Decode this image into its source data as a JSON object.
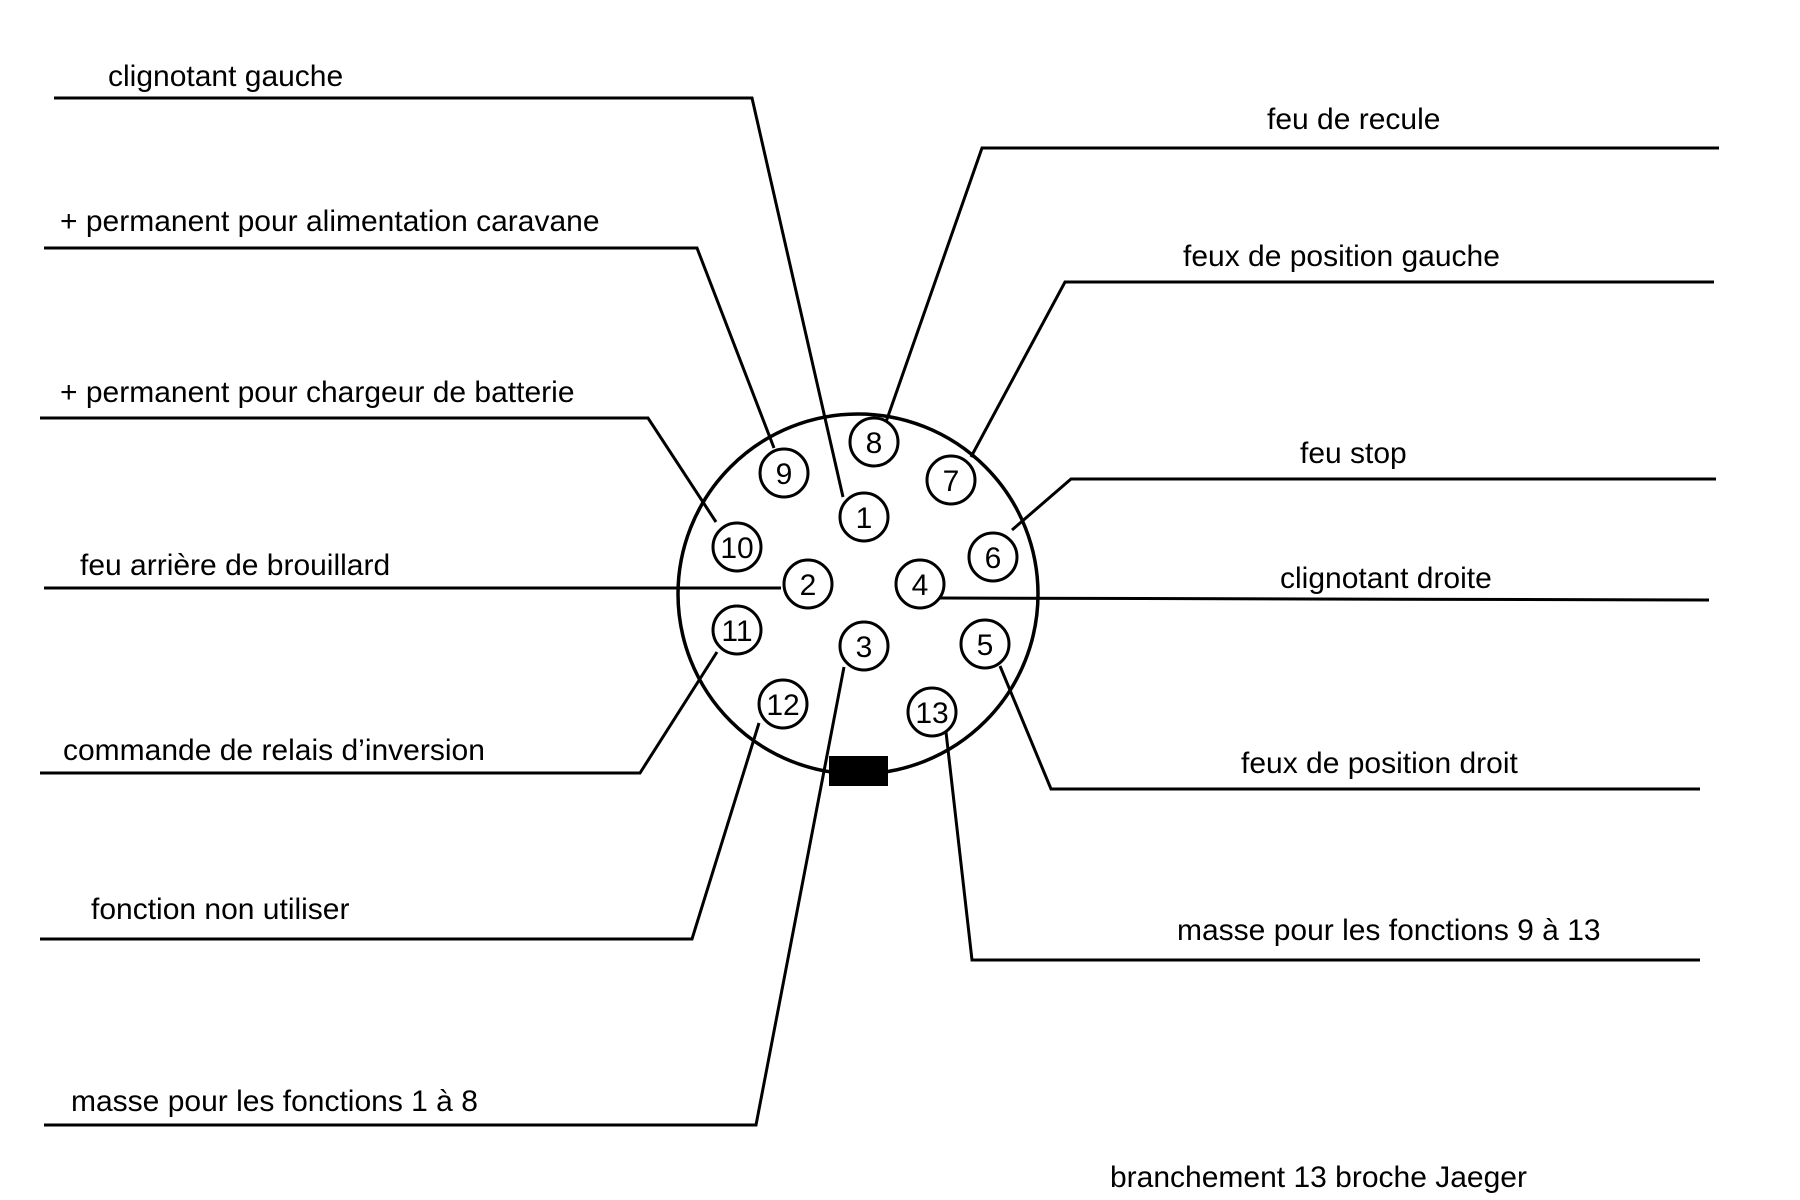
{
  "diagram": {
    "caption": "branchement 13 broche Jaeger",
    "key_color": "#000000",
    "pins": [
      {
        "number": "1",
        "label": "clignotant gauche"
      },
      {
        "number": "2",
        "label": "feu arrière de brouillard"
      },
      {
        "number": "3",
        "label": "masse pour les fonctions 1 à 8"
      },
      {
        "number": "4",
        "label": "clignotant  droite"
      },
      {
        "number": "5",
        "label": "feux de position droit"
      },
      {
        "number": "6",
        "label": "feu stop"
      },
      {
        "number": "7",
        "label": "feux de position gauche"
      },
      {
        "number": "8",
        "label": "feu de recule"
      },
      {
        "number": "9",
        "label": "+  permanent pour alimentation caravane"
      },
      {
        "number": "10",
        "label": "+ permanent pour chargeur de batterie"
      },
      {
        "number": "11",
        "label": "commande de relais d’inversion"
      },
      {
        "number": "12",
        "label": "fonction non utiliser"
      },
      {
        "number": "13",
        "label": "masse pour les fonctions 9 à 13"
      }
    ]
  }
}
